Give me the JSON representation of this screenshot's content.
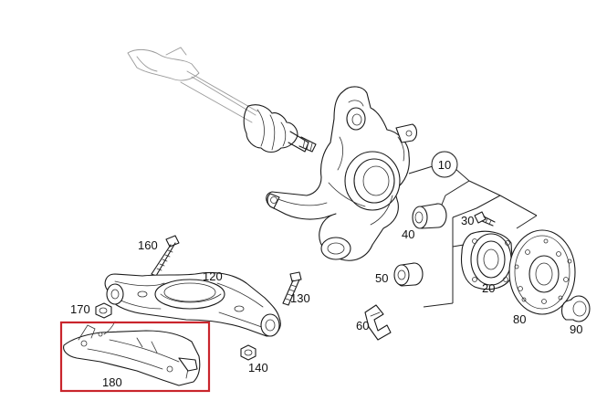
{
  "colors": {
    "line": "#1a1a1a",
    "highlight": "#c9252c",
    "background": "#ffffff"
  },
  "parts": [
    {
      "id": "10",
      "label": "10"
    },
    {
      "id": "20",
      "label": "20"
    },
    {
      "id": "30",
      "label": "30"
    },
    {
      "id": "40",
      "label": "40"
    },
    {
      "id": "50",
      "label": "50"
    },
    {
      "id": "60",
      "label": "60"
    },
    {
      "id": "80",
      "label": "80"
    },
    {
      "id": "90",
      "label": "90"
    },
    {
      "id": "120",
      "label": "120"
    },
    {
      "id": "130",
      "label": "130"
    },
    {
      "id": "140",
      "label": "140"
    },
    {
      "id": "160",
      "label": "160"
    },
    {
      "id": "170",
      "label": "170"
    },
    {
      "id": "180",
      "label": "180"
    }
  ],
  "highlighted_part": "180"
}
